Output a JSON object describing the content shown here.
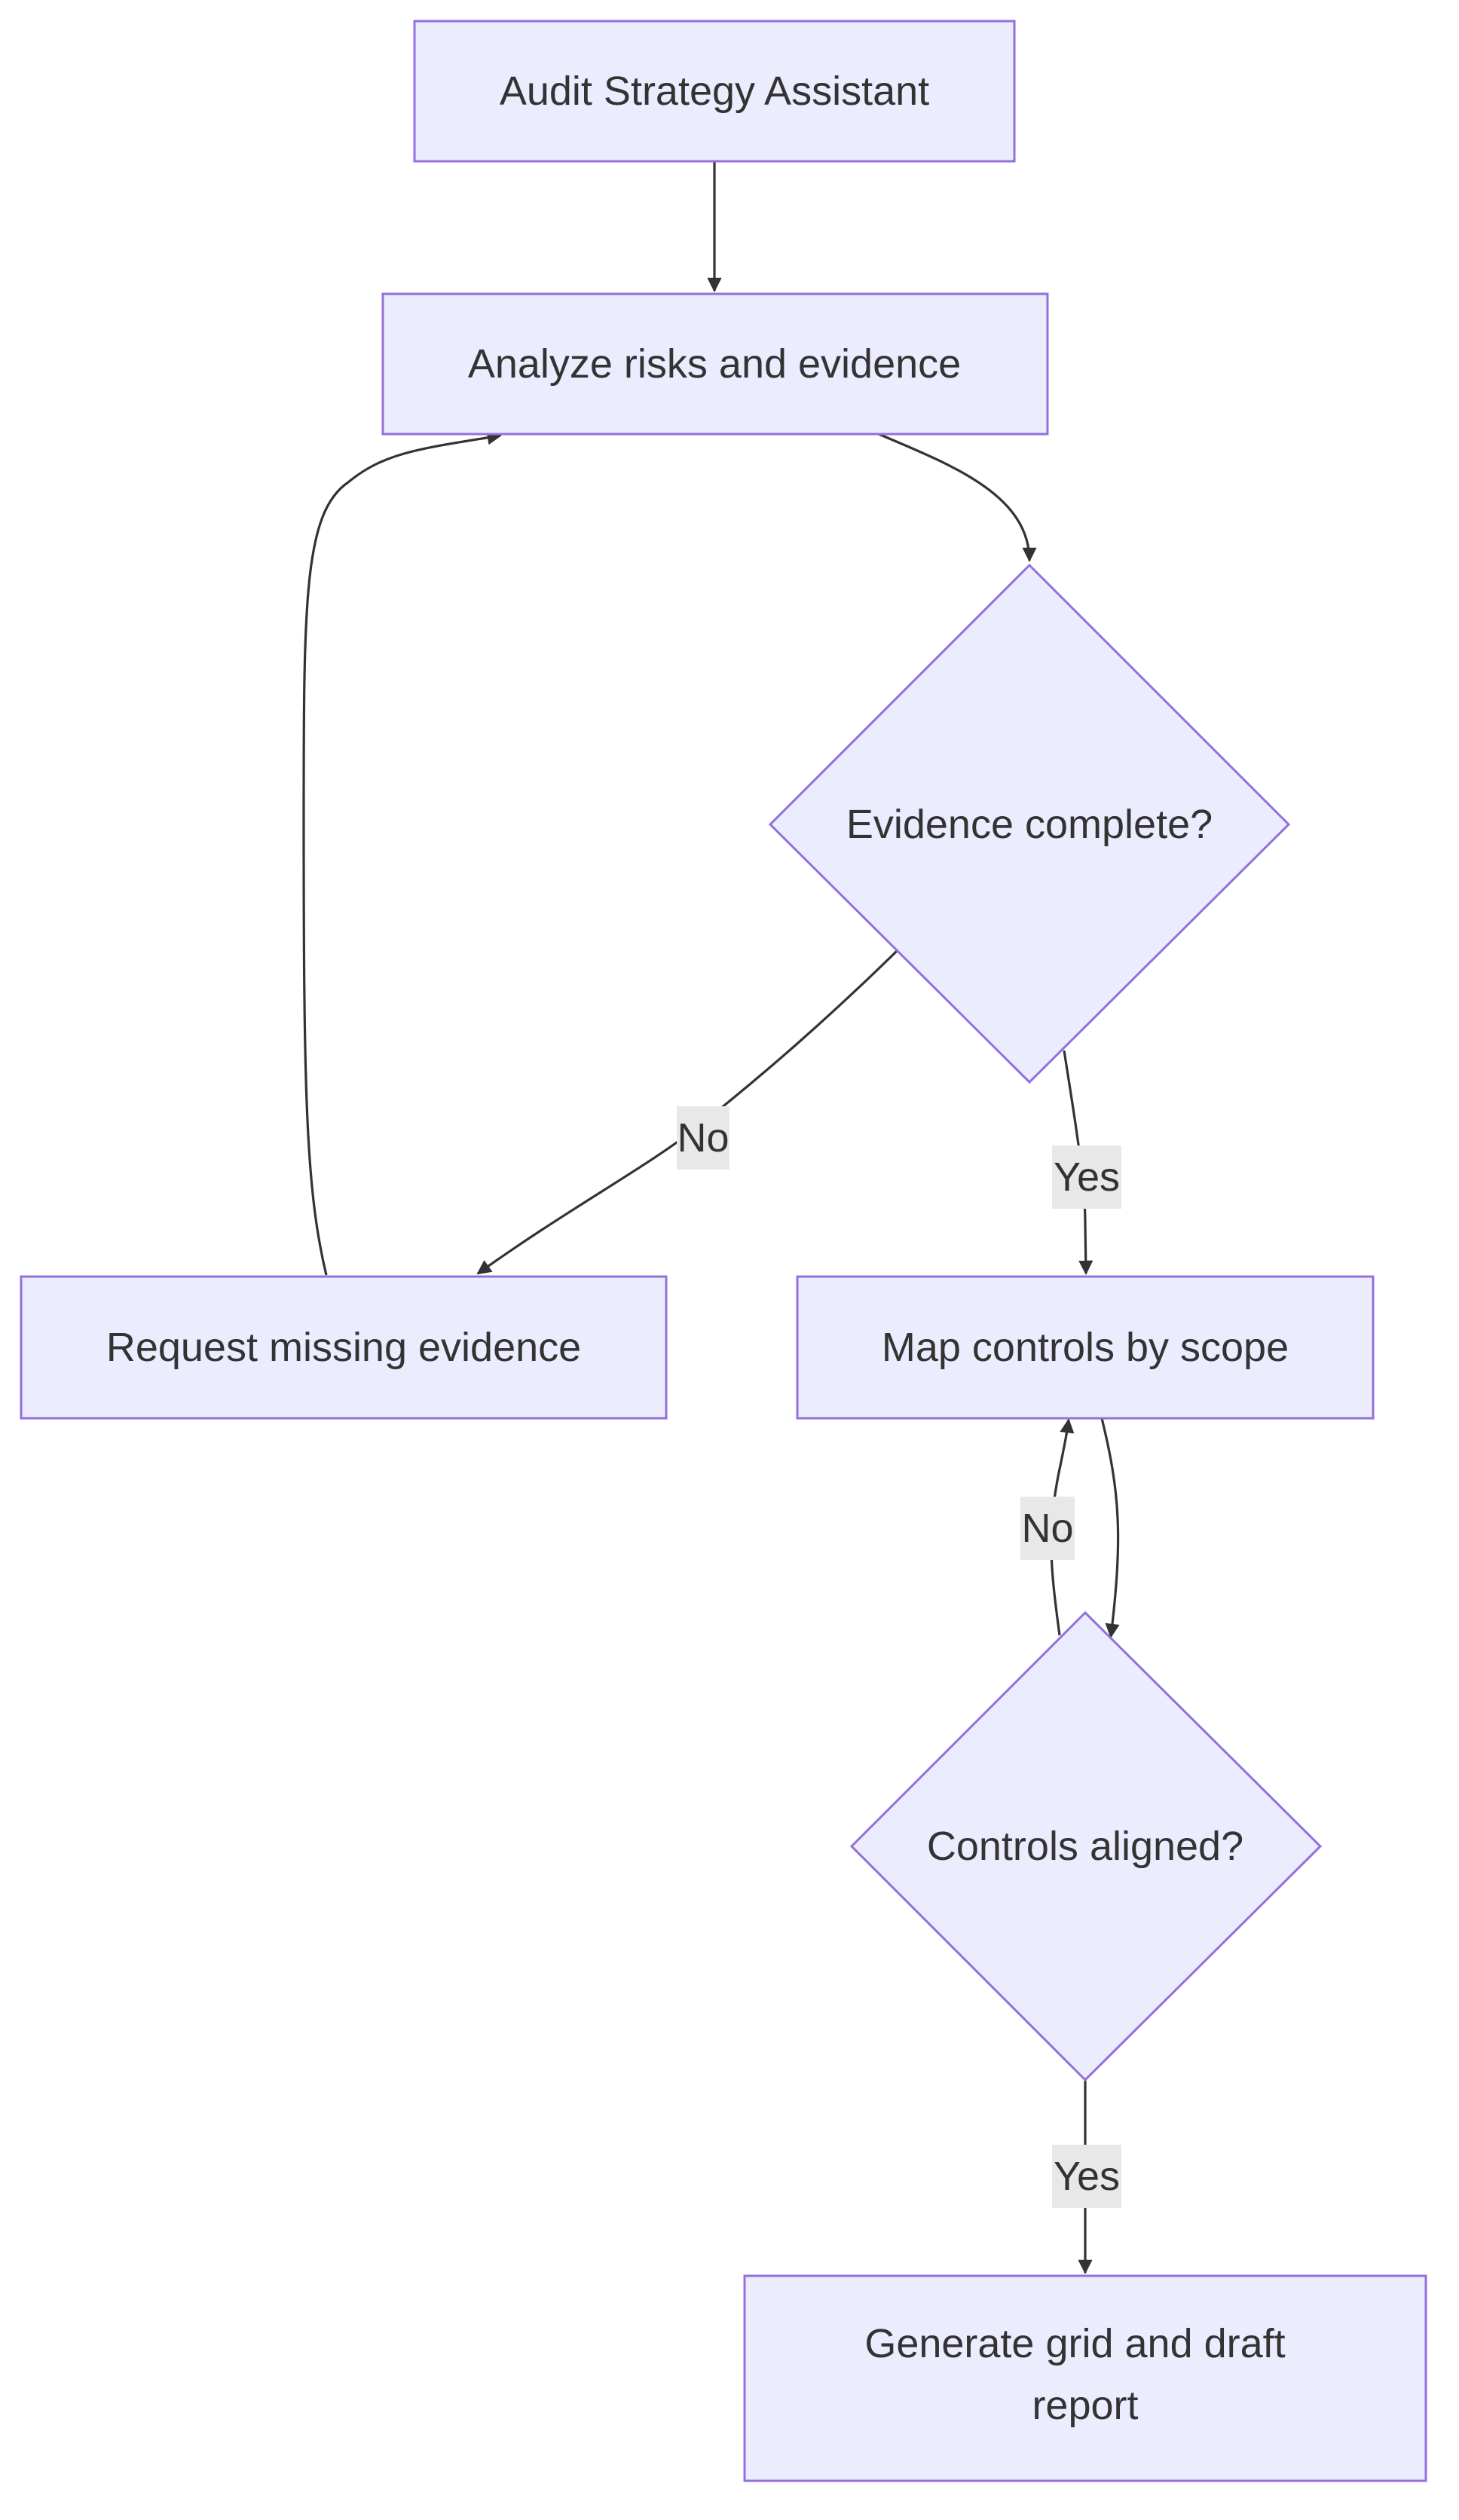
{
  "nodes": {
    "start": {
      "label": "Audit Strategy Assistant"
    },
    "analyze": {
      "label": "Analyze risks and evidence"
    },
    "evidence_check": {
      "label": "Evidence complete?"
    },
    "request": {
      "label": "Request missing evidence"
    },
    "map": {
      "label": "Map controls by scope"
    },
    "controls_check": {
      "label": "Controls aligned?"
    },
    "generate": {
      "lines": [
        "Generate grid and draft",
        "report"
      ]
    }
  },
  "edges": {
    "evidence_no": {
      "label": "No"
    },
    "evidence_yes": {
      "label": "Yes"
    },
    "controls_no": {
      "label": "No"
    },
    "controls_yes": {
      "label": "Yes"
    }
  },
  "colors": {
    "node_fill": "#ECECFF",
    "node_stroke": "#9370DB",
    "edge": "#333333",
    "edge_label_bg": "#e8e8e8"
  }
}
